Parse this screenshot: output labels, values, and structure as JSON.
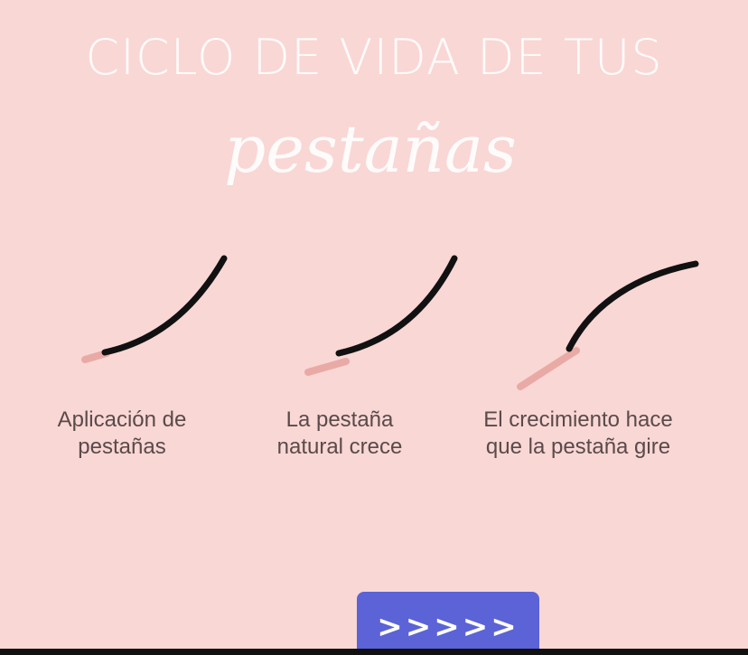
{
  "title": "CICLO DE VIDA DE TUS",
  "title_script": "pestañas",
  "stages": [
    {
      "line1": "Aplicación de",
      "line2": "pestañas"
    },
    {
      "line1": "La pestaña",
      "line2": "natural crece"
    },
    {
      "line1": "El crecimiento hace",
      "line2": "que la pestaña gire"
    }
  ],
  "next_button": {
    "label": ">>>>>"
  },
  "colors": {
    "background": "#f9d7d5",
    "lash": "#111111",
    "natural_lash": "#e9aaa6",
    "button": "#5b63d6"
  },
  "icons": [
    "eyelash-extension-icon",
    "eyelash-extension-icon",
    "eyelash-extension-icon"
  ]
}
